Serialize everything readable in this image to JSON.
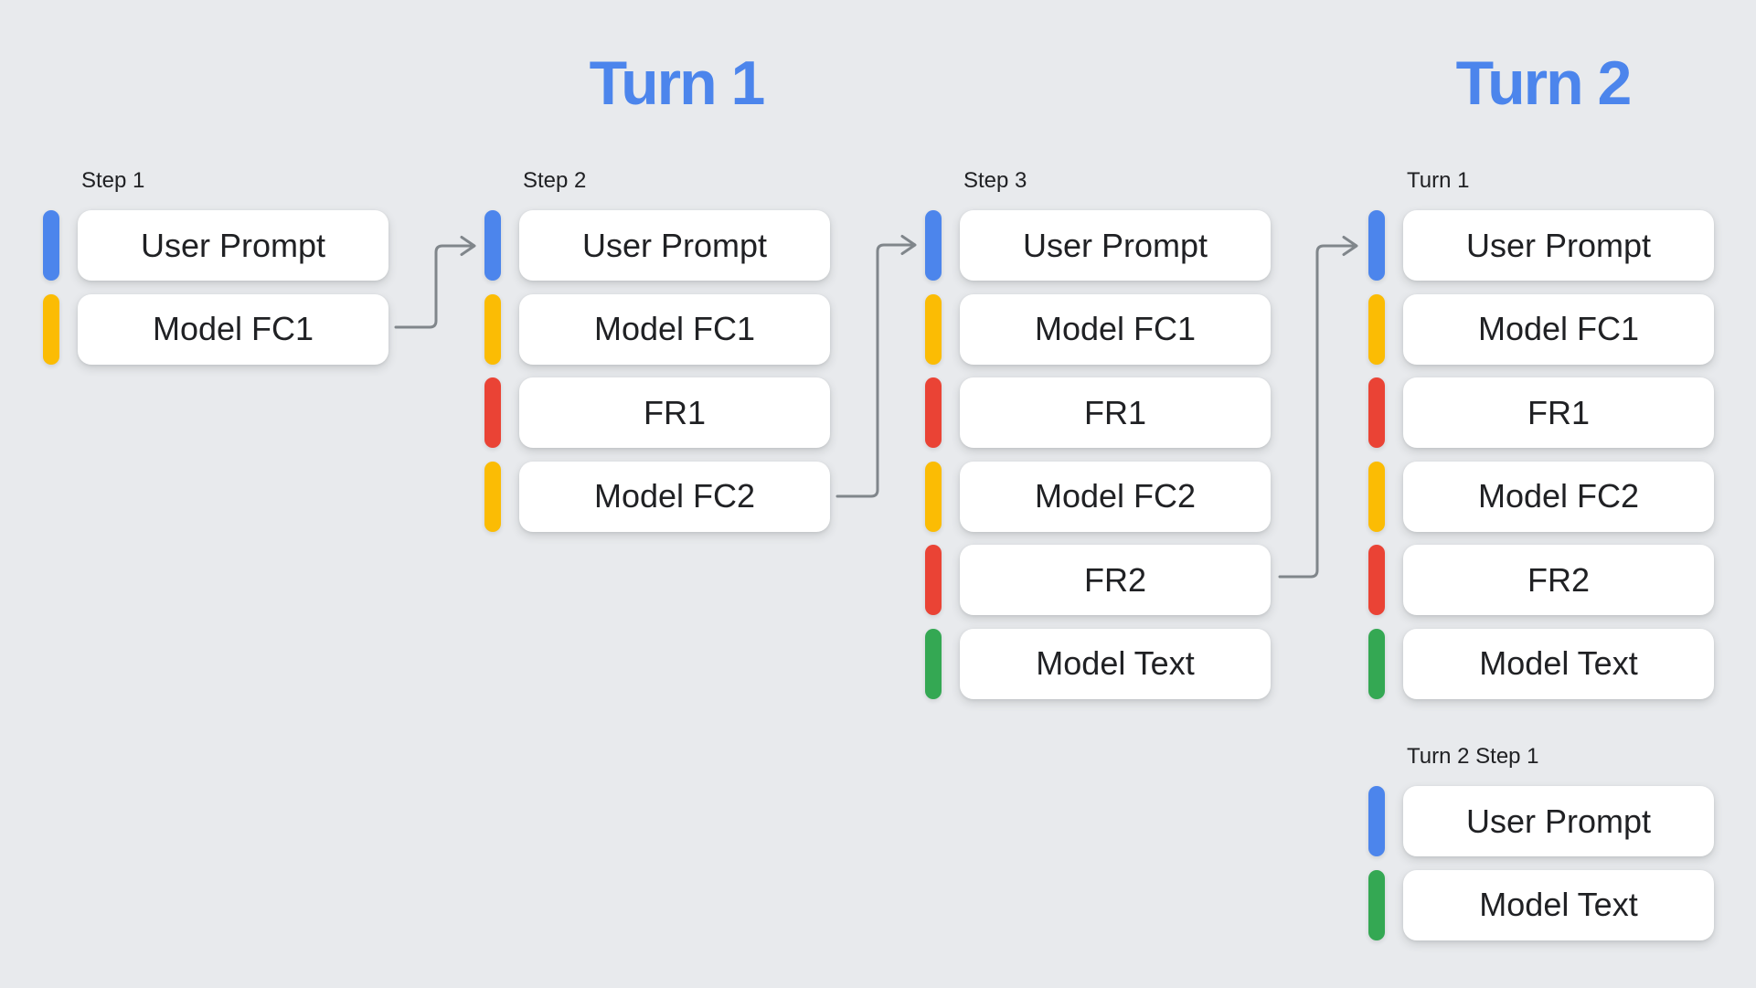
{
  "background_color": "#e8eaed",
  "title_color": "#4c85ec",
  "arrow_color": "#80868b",
  "box_color": "#ffffff",
  "text_color": "#202124",
  "palette": {
    "blue": "#4c85ec",
    "yellow": "#fbbc04",
    "red": "#ea4335",
    "green": "#34a853"
  },
  "titles": {
    "turn1": "Turn 1",
    "turn2": "Turn 2"
  },
  "columns": [
    {
      "label": "Step 1",
      "rows": [
        {
          "label": "User Prompt",
          "color": "blue"
        },
        {
          "label": "Model FC1",
          "color": "yellow"
        }
      ]
    },
    {
      "label": "Step 2",
      "rows": [
        {
          "label": "User Prompt",
          "color": "blue"
        },
        {
          "label": "Model FC1",
          "color": "yellow"
        },
        {
          "label": "FR1",
          "color": "red"
        },
        {
          "label": "Model FC2",
          "color": "yellow"
        }
      ]
    },
    {
      "label": "Step 3",
      "rows": [
        {
          "label": "User Prompt",
          "color": "blue"
        },
        {
          "label": "Model FC1",
          "color": "yellow"
        },
        {
          "label": "FR1",
          "color": "red"
        },
        {
          "label": "Model FC2",
          "color": "yellow"
        },
        {
          "label": "FR2",
          "color": "red"
        },
        {
          "label": "Model Text",
          "color": "green"
        }
      ]
    },
    {
      "label": "Turn 1",
      "rows": [
        {
          "label": "User Prompt",
          "color": "blue"
        },
        {
          "label": "Model FC1",
          "color": "yellow"
        },
        {
          "label": "FR1",
          "color": "red"
        },
        {
          "label": "Model FC2",
          "color": "yellow"
        },
        {
          "label": "FR2",
          "color": "red"
        },
        {
          "label": "Model Text",
          "color": "green"
        }
      ]
    },
    {
      "label": "Turn 2 Step 1",
      "rows": [
        {
          "label": "User Prompt",
          "color": "blue"
        },
        {
          "label": "Model Text",
          "color": "green"
        }
      ]
    }
  ]
}
